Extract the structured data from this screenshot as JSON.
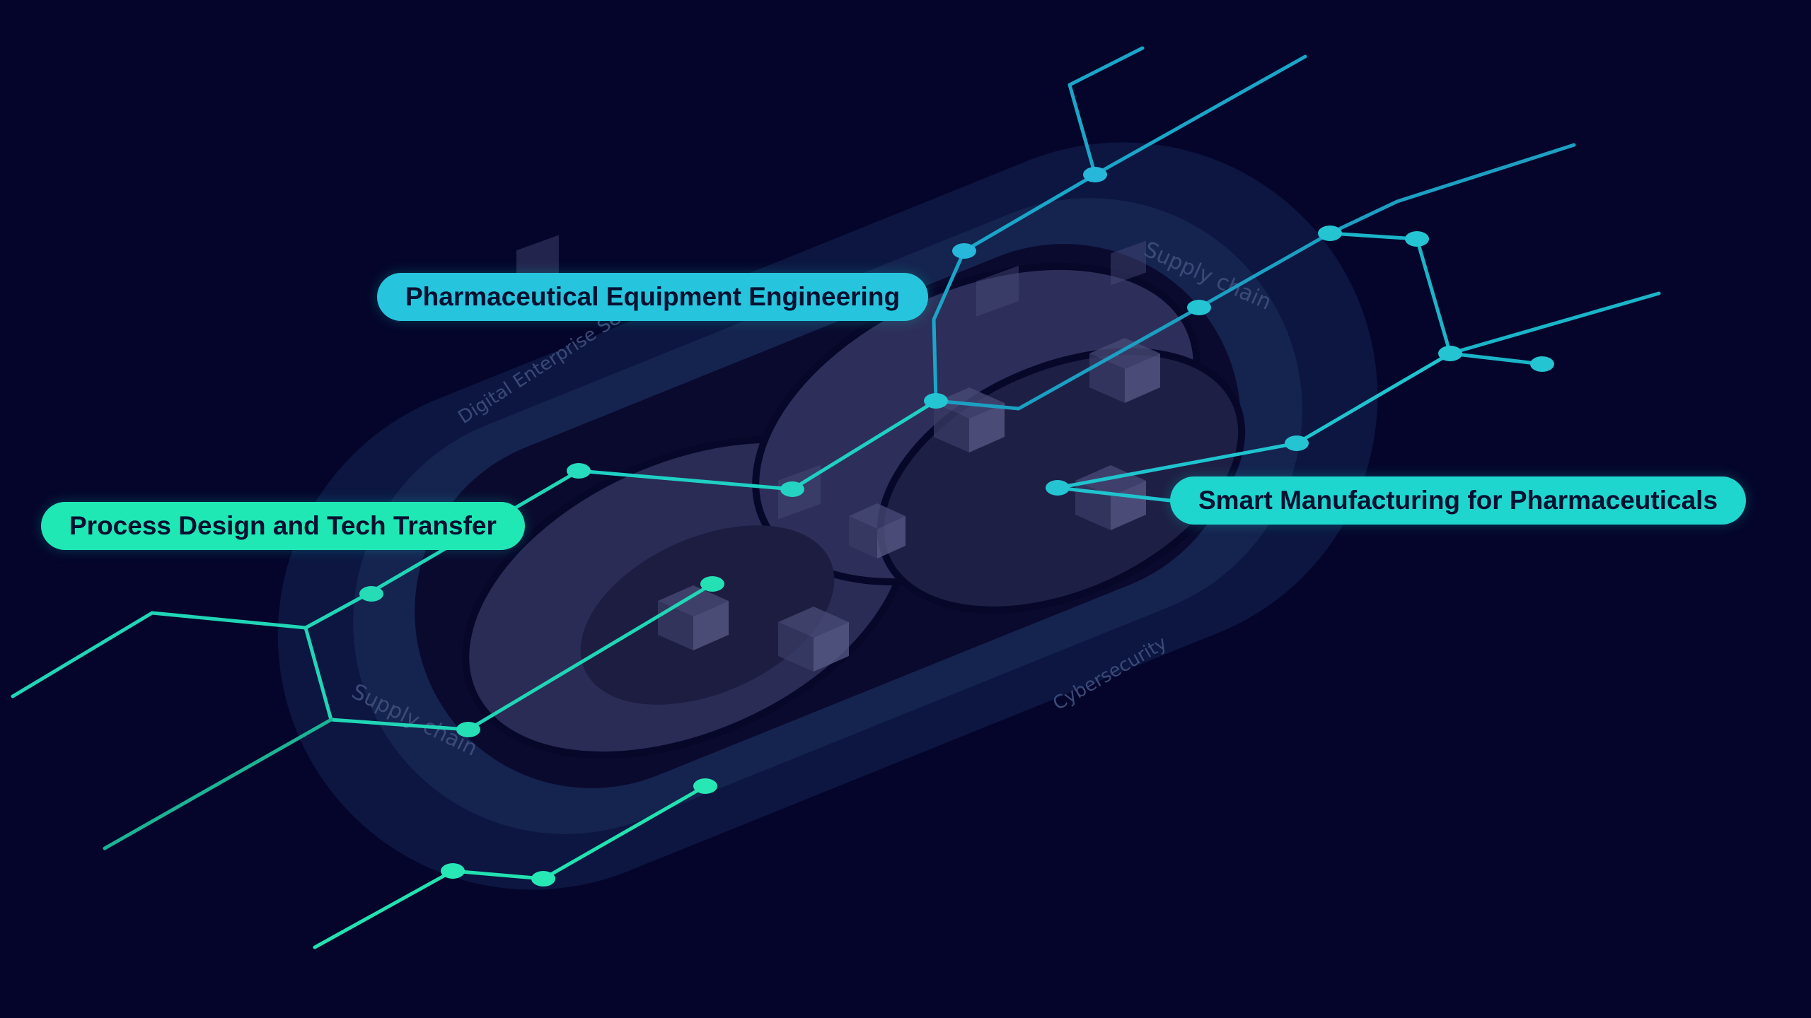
{
  "callouts": {
    "equipment_engineering": "Pharmaceutical Equipment Engineering",
    "process_design": "Process Design and Tech Transfer",
    "smart_manufacturing": "Smart Manufacturing for Pharmaceuticals"
  },
  "ring_labels": {
    "supply_chain_top": "Supply chain",
    "supply_chain_bottom": "Supply chain",
    "digital_enterprise": "Digital Enterprise Services",
    "cybersecurity": "Cybersecurity"
  },
  "colors": {
    "background": "#05052b",
    "line_blue": "#1aa6c8",
    "line_teal": "#20d3c8",
    "line_green": "#22e3b0",
    "platform_outer": "#0e1a45",
    "platform_ring": "#15234f",
    "platform_inner": "#0a0a2e",
    "circle_fill": "#2b2d57"
  }
}
